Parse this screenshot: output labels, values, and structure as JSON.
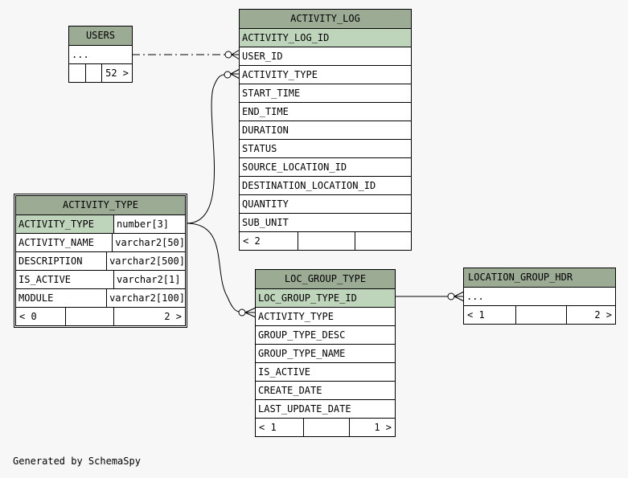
{
  "credit": "Generated by SchemaSpy",
  "tables": {
    "users": {
      "name": "USERS",
      "ellipsis": "...",
      "footer": {
        "left": "",
        "mid": "",
        "right": "52 >"
      }
    },
    "activity_log": {
      "name": "ACTIVITY_LOG",
      "columns": [
        "ACTIVITY_LOG_ID",
        "USER_ID",
        "ACTIVITY_TYPE",
        "START_TIME",
        "END_TIME",
        "DURATION",
        "STATUS",
        "SOURCE_LOCATION_ID",
        "DESTINATION_LOCATION_ID",
        "QUANTITY",
        "SUB_UNIT"
      ],
      "footer": {
        "left": "< 2",
        "mid": "",
        "right": ""
      }
    },
    "activity_type": {
      "name": "ACTIVITY_TYPE",
      "columns": [
        {
          "name": "ACTIVITY_TYPE",
          "type": "number[3]"
        },
        {
          "name": "ACTIVITY_NAME",
          "type": "varchar2[50]"
        },
        {
          "name": "DESCRIPTION",
          "type": "varchar2[500]"
        },
        {
          "name": "IS_ACTIVE",
          "type": "varchar2[1]"
        },
        {
          "name": "MODULE",
          "type": "varchar2[100]"
        }
      ],
      "footer": {
        "left": "< 0",
        "mid": "",
        "right": "2 >"
      }
    },
    "loc_group_type": {
      "name": "LOC_GROUP_TYPE",
      "columns": [
        "LOC_GROUP_TYPE_ID",
        "ACTIVITY_TYPE",
        "GROUP_TYPE_DESC",
        "GROUP_TYPE_NAME",
        "IS_ACTIVE",
        "CREATE_DATE",
        "LAST_UPDATE_DATE"
      ],
      "footer": {
        "left": "< 1",
        "mid": "",
        "right": "1 >"
      }
    },
    "location_group_hdr": {
      "name": "LOCATION_GROUP_HDR",
      "ellipsis": "...",
      "footer": {
        "left": "< 1",
        "mid": "",
        "right": "2 >"
      }
    }
  },
  "colors": {
    "header": "#9cab94",
    "primary_key": "#bfd5bb",
    "background": "#f7f7f7"
  }
}
